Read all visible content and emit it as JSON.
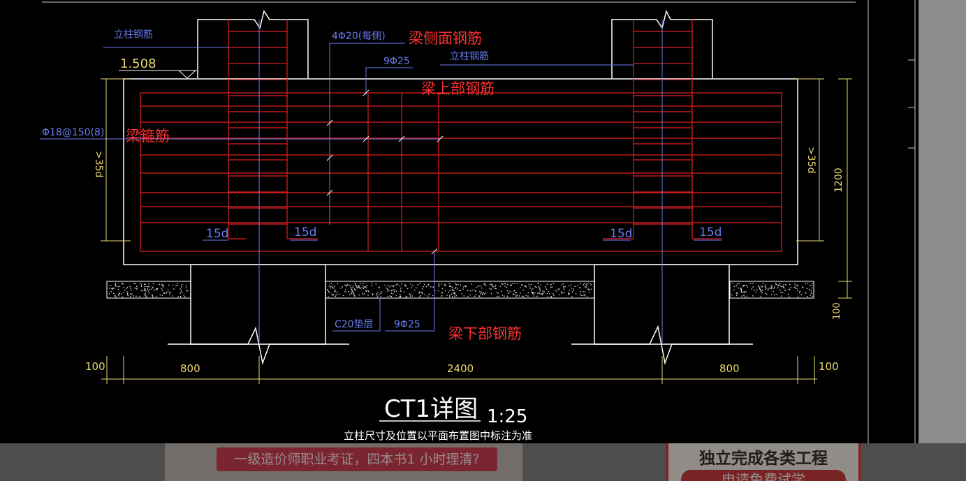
{
  "drawing": {
    "labels": {
      "column_rebar_left": "立柱钢筋",
      "column_rebar_right": "立柱钢筋",
      "elevation": "1.508",
      "side_rebar_spec": "4Φ20(每侧)",
      "side_rebar": "梁侧面钢筋",
      "top_rebar_spec": "9Φ25",
      "top_rebar": "梁上部钢筋",
      "stirrup_spec": "Φ18@150(8)",
      "stirrup": "梁箍筋",
      "anchor_left": ">35d",
      "anchor_right": ">35d",
      "height_dim": "1200",
      "hook_1": "15d",
      "hook_2": "15d",
      "hook_3": "15d",
      "hook_4": "15d",
      "cushion": "C20垫层",
      "bottom_rebar_spec": "9Φ25",
      "bottom_rebar": "梁下部钢筋",
      "cushion_dim": "100",
      "dim_100_left": "100",
      "dim_800_left": "800",
      "dim_2400": "2400",
      "dim_800_right": "800",
      "dim_100_right": "100",
      "title": "CT1详图",
      "scale": "1:25",
      "note": "立柱尺寸及位置以平面布置图中标注为准"
    }
  },
  "ads": {
    "left_banner": "一级造价师职业考证，四本书1 小时理清?",
    "right_title": "独立完成各类工程",
    "right_button": "申请免费试学"
  },
  "colors": {
    "background": "#000000",
    "rebar": "#e02020",
    "dimension": "#e8d870",
    "leader": "#6a7cf0",
    "annotation_red": "#ff3030",
    "outline": "#ffffff"
  }
}
